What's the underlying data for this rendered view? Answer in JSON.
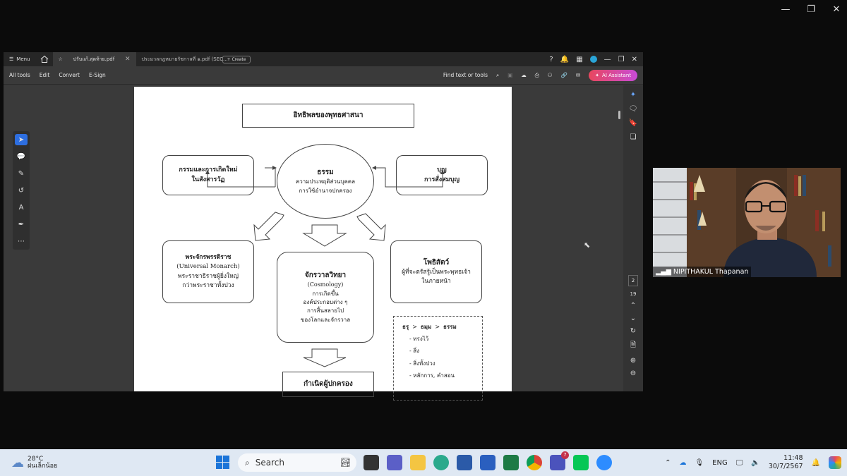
{
  "window_controls": [
    "—",
    "❐",
    "✕"
  ],
  "acrobat": {
    "menu_label": "Menu",
    "tabs": [
      {
        "title": "ปรับแก้.สุดท้าย.pdf",
        "active": true
      },
      {
        "title": "ประมวลกฎหมายรัชกาลที่ ๑.pdf (SEC...",
        "active": false
      }
    ],
    "create_label": "+ Create",
    "toolbar_items": [
      "All tools",
      "Edit",
      "Convert",
      "E-Sign"
    ],
    "find_label": "Find text or tools",
    "ai_label": "AI Assistant",
    "page_number": "2",
    "page_total": "19"
  },
  "diagram": {
    "title": "อิทธิพลของพุทธศาสนา",
    "left_top": [
      "กรรมและการเกิดใหม่",
      "ในสังสารวัฏ"
    ],
    "center_top": {
      "head": "ธรรม",
      "lines": [
        "ความประพฤติส่วนบุคคล",
        "การใช้อำนาจปกครอง"
      ]
    },
    "right_top": [
      "บุญ",
      "การสั่งสมบุญ"
    ],
    "left_mid": {
      "head": "พระจักรพรรดิราช",
      "sub": "(Universal Monarch)",
      "lines": [
        "พระราชาธิราชผู้ยิ่งใหญ่",
        "กว่าพระราชาทั้งปวง"
      ]
    },
    "center_mid": {
      "head": "จักรวาลวิทยา",
      "sub": "(Cosmology)",
      "lines": [
        "การเกิดขึ้น",
        "องค์ประกอบต่าง ๆ",
        "การสิ้นสลายไป",
        "ของโลกและจักรวาล"
      ]
    },
    "right_mid": {
      "head": "โพธิสัตว์",
      "lines": [
        "ผู้ที่จะตรัสรู้เป็นพระพุทธเจ้า",
        "ในภายหน้า"
      ]
    },
    "bottom": "กำเนิดผู้ปกครอง",
    "dhamma_box": {
      "head": [
        "ธรุ",
        ">",
        "ธมฺม",
        ">",
        "ธรรม"
      ],
      "items": [
        "- ทรงไว้",
        "- สิ่ง",
        "- สิ่งทั้งปวง",
        "- หลักการ, คำสอน"
      ]
    }
  },
  "webcam": {
    "name": "NIPITHAKUL Thapanan"
  },
  "taskbar": {
    "temp": "28°C",
    "weather": "ฝนเล็กน้อย",
    "search": "Search",
    "lang": "ENG",
    "time": "11:48",
    "date": "30/7/2567",
    "teams_badge": "7"
  }
}
